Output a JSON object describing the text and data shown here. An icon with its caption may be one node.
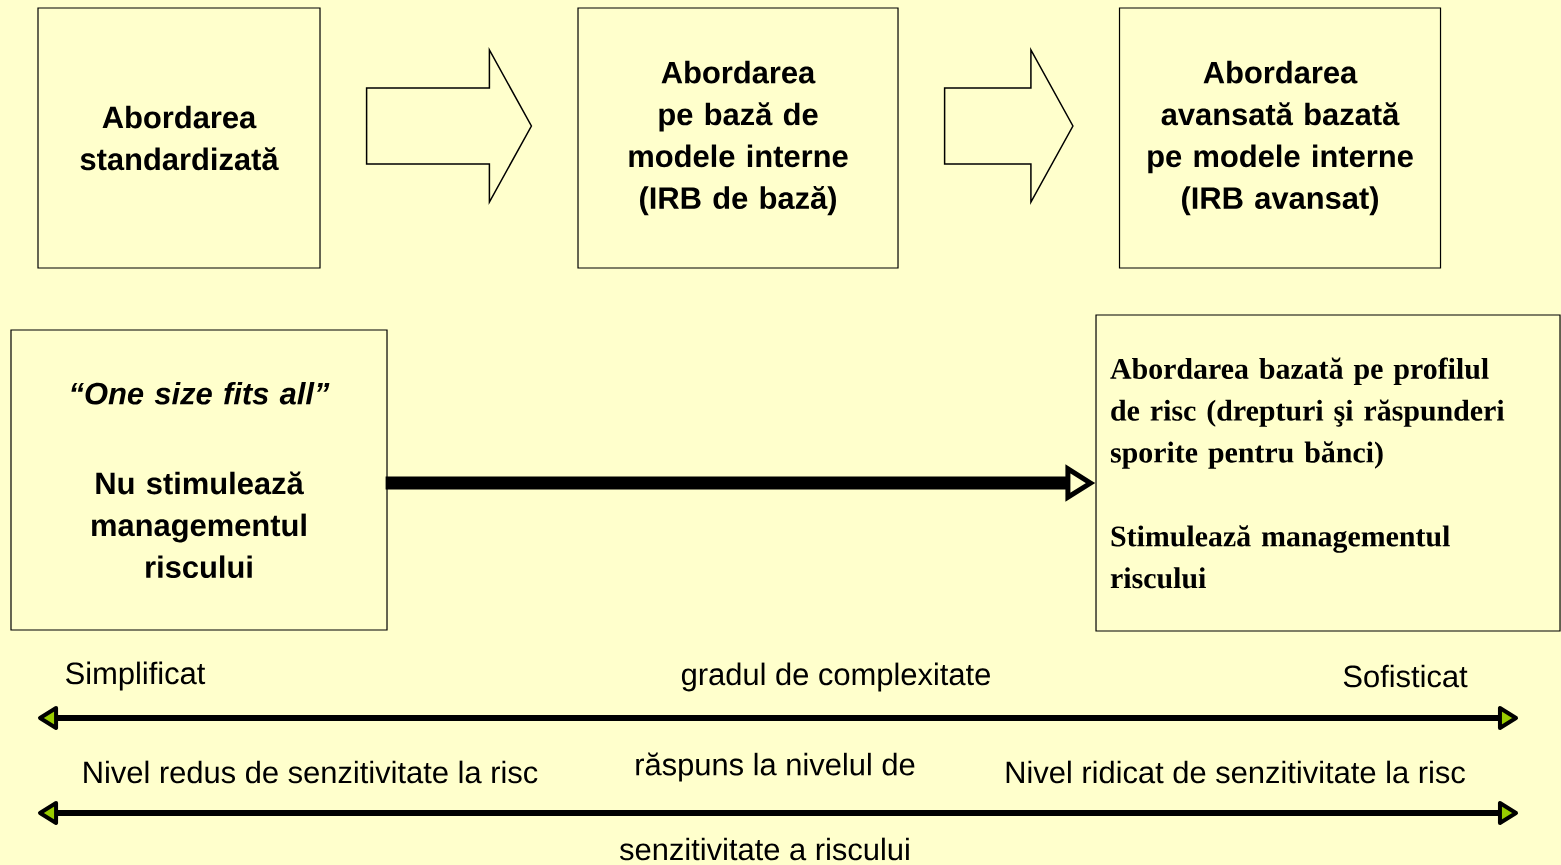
{
  "diagram": {
    "nodes": [
      {
        "text": [
          "Abordarea standardizată"
        ]
      },
      {
        "text": [
          "Abordarea pe bază de modele interne (IRB de bază)"
        ]
      },
      {
        "text": [
          "Abordarea avansată bazată pe modele interne (IRB avansat)"
        ]
      },
      {
        "text": [
          "“One size fits all”",
          "Nu stimulează managementul riscului"
        ]
      },
      {
        "text": [
          "Abordarea bazată pe profilul de risc (drepturi şi răspunderi sporite pentru bănci)",
          "Stimulează managementul riscului"
        ]
      }
    ],
    "edges": [
      {
        "from": 0,
        "to": 1,
        "arrow": "to"
      },
      {
        "from": 1,
        "to": 2,
        "arrow": "to"
      },
      {
        "from": 3,
        "to": 4,
        "arrow": "to"
      }
    ],
    "labels": [
      "Simplificat",
      "gradul de complexitate",
      "Sofisticat",
      "Nivel redus de senzitivitate la risc",
      "răspuns la nivelul de",
      "Nivel ridicat de senzitivitate la risc",
      "senzitivitate a riscului"
    ]
  }
}
